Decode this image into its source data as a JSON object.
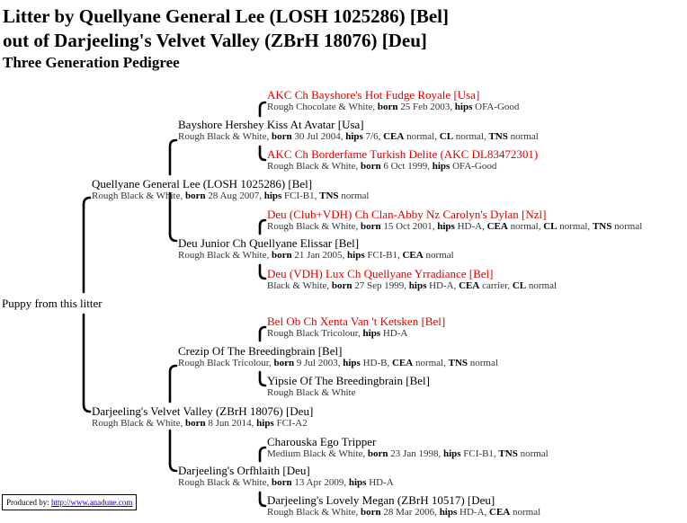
{
  "header": {
    "line1": "Litter by Quellyane General Lee (LOSH 1025286) [Bel]",
    "line2": "out of Darjeeling's Velvet Valley (ZBrH 18076) [Deu]",
    "subtitle": "Three Generation Pedigree"
  },
  "puppy": "Puppy from this litter",
  "labels": {
    "born": "born",
    "hips": "hips",
    "cea": "CEA",
    "cl": "CL",
    "tns": "TNS"
  },
  "colors": {
    "champion": "#e00000",
    "link": "#0000cc"
  },
  "dogs": {
    "sire": {
      "name": "Quellyane General Lee (LOSH 1025286) [Bel]",
      "coat": "Rough Black & White,",
      "born": "28 Aug 2007,",
      "hips": "FCI-B1,",
      "tns": "normal"
    },
    "sire_sire": {
      "name": "Bayshore Hershey Kiss At Avatar [Usa]",
      "coat": "Rough Black & White,",
      "born": "30 Jul 2004,",
      "hips": "7/6,",
      "cea": "normal,",
      "cl": "normal,",
      "tns": "normal"
    },
    "sire_sire_sire": {
      "name": "AKC Ch Bayshore's Hot Fudge Royale [Usa]",
      "coat": "Rough Chocolate & White,",
      "born": "25 Feb 2003,",
      "hips": "OFA-Good"
    },
    "sire_sire_dam": {
      "name": "AKC Ch Borderfame Turkish Delite (AKC DL83472301)",
      "coat": "Rough Black & White,",
      "born": "6 Oct 1999,",
      "hips": "OFA-Good"
    },
    "sire_dam": {
      "name": "Deu Junior Ch Quellyane Elissar [Bel]",
      "coat": "Rough Black & White,",
      "born": "21 Jan 2005,",
      "hips": "FCI-B1,",
      "cea": "normal"
    },
    "sire_dam_sire": {
      "name": "Deu (Club+VDH) Ch Clan-Abby Nz Carolyn's Dylan [Nzl]",
      "coat": "Rough Black & White,",
      "born": "15 Oct 2001,",
      "hips": "HD-A,",
      "cea": "normal,",
      "cl": "normal,",
      "tns": "normal"
    },
    "sire_dam_dam": {
      "name": "Deu (VDH) Lux Ch Quellyane Yrradiance [Bel]",
      "coat": "Black & White,",
      "born": "27 Sep 1999,",
      "hips": "HD-A,",
      "cea": "carrier,",
      "cl": "normal"
    },
    "dam": {
      "name": "Darjeeling's Velvet Valley (ZBrH 18076) [Deu]",
      "coat": "Rough Black & White,",
      "born": "8 Jun 2014,",
      "hips": "FCI-A2"
    },
    "dam_sire": {
      "name": "Crezip Of The Breedingbrain [Bel]",
      "coat": "Rough Black Tricolour,",
      "born": "9 Jul 2003,",
      "hips": "HD-B,",
      "cea": "normal,",
      "tns": "normal"
    },
    "dam_sire_sire": {
      "name": "Bel Ob Ch Xenta Van 't Ketsken [Bel]",
      "coat": "Rough Black Tricolour,",
      "hips": "HD-A"
    },
    "dam_sire_dam": {
      "name": "Yipsie Of The Breedingbrain [Bel]",
      "coat": "Rough Black & White"
    },
    "dam_dam": {
      "name": "Darjeeling's Orfhlaith [Deu]",
      "coat": "Rough Black & White,",
      "born": "13 Apr 2009,",
      "hips": "HD-A"
    },
    "dam_dam_sire": {
      "name": "Charouska Ego Tripper",
      "coat": "Medium Black & White,",
      "born": "23 Jan 1998,",
      "hips": "FCI-B1,",
      "tns": "normal"
    },
    "dam_dam_dam": {
      "name": "Darjeeling's Lovely Megan (ZBrH 10517) [Deu]",
      "coat": "Rough Black & White,",
      "born": "28 Mar 2006,",
      "hips": "HD-A,",
      "cea": "normal"
    }
  },
  "footer": {
    "label": "Produced by:",
    "link": "http://www.anadune.com"
  }
}
